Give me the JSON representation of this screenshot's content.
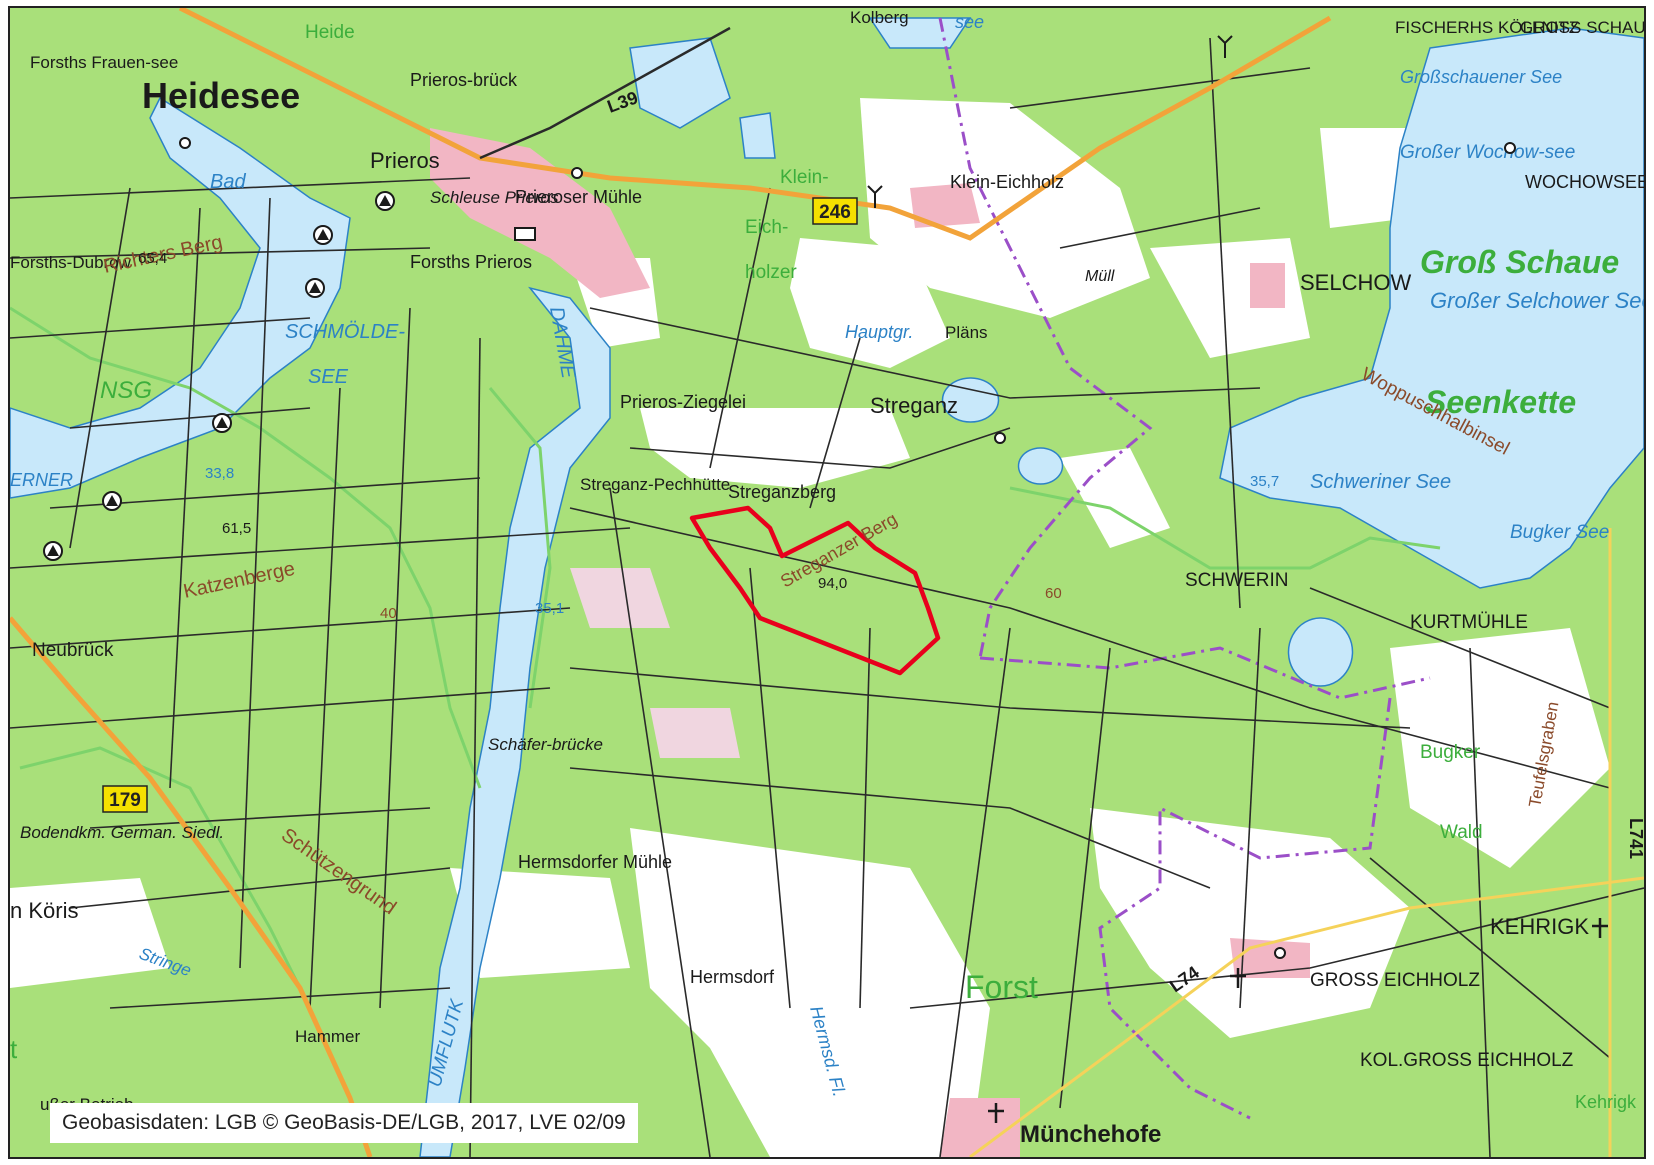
{
  "attribution": "Geobasisdaten: LGB © GeoBasis-DE/LGB, 2017, LVE 02/09",
  "colors": {
    "forest": "#a9e07a",
    "open_land": "#ffffff",
    "water": "#c8e8fa",
    "water_text": "#2c82c6",
    "forest_text": "#3cae3c",
    "main_road": "#f2a33a",
    "road_shield": "#f5e000",
    "boundary": "#9b4fc8",
    "nsg_boundary": "#7dd36b",
    "study_area": "#e8001c",
    "settlement": "#f2b6c4",
    "track": "#2a2a2a"
  },
  "icons": [
    "campsite-icon",
    "monument-icon",
    "church-icon",
    "antenna-icon",
    "lock-icon"
  ],
  "labels": {
    "settlements": [
      "Heidesee",
      "Prieros",
      "Prieros-brück",
      "Prieroser Mühle",
      "Schleuse Prieros",
      "Forsths Prieros",
      "Forsths Frauen-see",
      "Forsths-Dubrow",
      "Klein-Eichholz",
      "Streganz",
      "Prieros-Ziegelei",
      "Streganzberg",
      "Streganz-Pechhütte",
      "Neubrück",
      "SELCHOW",
      "SCHWERIN",
      "KURTMÜHLE",
      "KEHRIGK",
      "GROSS EICHHOLZ",
      "KOL.GROSS EICHHOLZ",
      "Münchehofe",
      "Hermsdorf",
      "Hermsdorfer Mühle",
      "Schäfer-brücke",
      "Hammer",
      "n Köris",
      "FISCHERHS KÖLLNITZ",
      "GROSS SCHAUEN",
      "WOCHOWSEE",
      "Kolberg",
      "Pläns",
      "Müll"
    ],
    "water": [
      "Bad",
      "SCHMÖLDE-",
      "SEE",
      "DAHME",
      "Hauptgr.",
      "Großschauener See",
      "Großer Wochow-see",
      "Großer Selchower See",
      "Schweriner See",
      "Bugker See",
      "Hermsd. Fl.",
      "UMFLUTK",
      "Stringe",
      "ERNER",
      "see"
    ],
    "forest": [
      "Heide",
      "NSG",
      "Klein-",
      "Eich-",
      "holzer",
      "Groß Schaue",
      "Seenkette",
      "Forst",
      "Bugker",
      "Wald",
      "Kehrigk",
      "t"
    ],
    "terrain": [
      "Richters Berg",
      "Katzenberge",
      "Streganzer Berg",
      "Schützengrund",
      "Woppuschhalbinsel",
      "Teufelsgraben",
      "Bodendkm. German. Siedl.",
      "ußer Betrieb"
    ],
    "elevations": [
      "65,4",
      "61,5",
      "33,8",
      "35,1",
      "94,0",
      "35,7",
      "40",
      "60"
    ],
    "roads": [
      "246",
      "179",
      "L39",
      "L74",
      "L741"
    ]
  }
}
